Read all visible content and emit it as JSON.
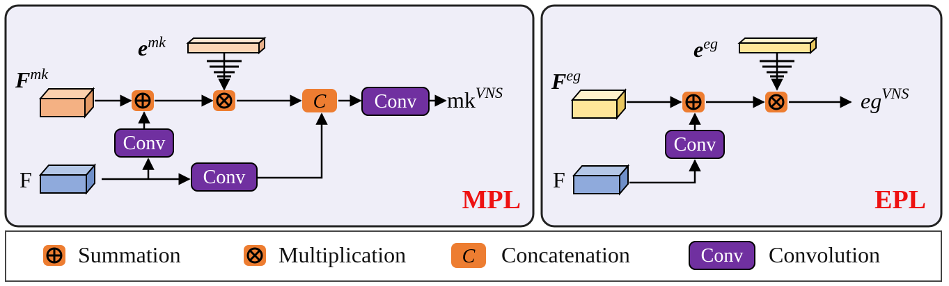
{
  "mpl": {
    "tag": "MPL",
    "feature_label": {
      "base": "F",
      "sup": "mk"
    },
    "embed_label": {
      "base": "e",
      "sup": "mk"
    },
    "input_label": "F",
    "output_label": {
      "base": "mk",
      "sup": "VNS"
    },
    "conv_label": "Conv",
    "concat_label": "C"
  },
  "epl": {
    "tag": "EPL",
    "feature_label": {
      "base": "F",
      "sup": "eg"
    },
    "embed_label": {
      "base": "e",
      "sup": "eg"
    },
    "input_label": "F",
    "output_label": {
      "base": "eg",
      "sup": "VNS"
    },
    "conv_label": "Conv"
  },
  "legend": {
    "summation": "Summation",
    "multiplication": "Multiplication",
    "concat_symbol": "C",
    "concatenation": "Concatenation",
    "conv_symbol": "Conv",
    "convolution": "Convolution"
  },
  "colors": {
    "panel_bg": "#efeef8",
    "conv_fill": "#7030a0",
    "op_fill": "#ed7d31",
    "orange_block": "#f4b183",
    "peach_block": "#fbd5b5",
    "yellow_block": "#ffe699",
    "blue_block": "#8faadc",
    "tag_red": "#ee1111"
  }
}
